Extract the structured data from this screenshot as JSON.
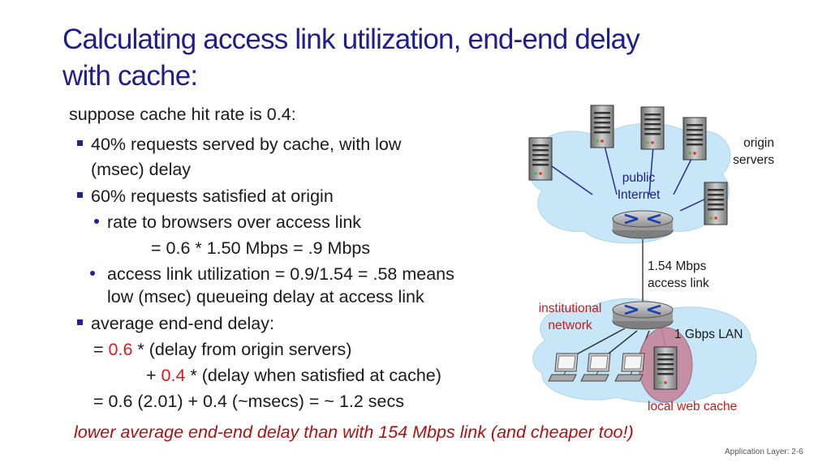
{
  "slide": {
    "title_line1": "Calculating access link utilization, end-end delay",
    "title_line2": "with cache:",
    "intro": "suppose cache hit rate is 0.4:",
    "b1_line1": "40% requests served by cache, with low",
    "b1_line2": "(msec) delay",
    "b2": "60% requests satisfied at origin",
    "sub1_line1": "rate to browsers over access link",
    "sub1_line2": "= 0.6 * 1.50 Mbps  =  .9 Mbps",
    "sub2_line1": "access link utilization = 0.9/1.54 = .58 means",
    "sub2_line2": "low (msec) queueing delay at access link",
    "b3": "average end-end delay:",
    "eq1_prefix": "= ",
    "eq1_coef": "0.6",
    "eq1_rest": " * (delay from origin servers)",
    "eq2_prefix": "+ ",
    "eq2_coef": "0.4",
    "eq2_rest": " * (delay when satisfied at cache)",
    "eq3": "= 0.6 (2.01) + 0.4 (~msecs) = ~ 1.2 secs",
    "conclusion": "lower average end-end delay than with 154 Mbps link (and cheaper too!)",
    "footer": "Application Layer: 2-6"
  },
  "diagram": {
    "origin_servers_line1": "origin",
    "origin_servers_line2": "servers",
    "public_internet_line1": "public",
    "public_internet_line2": "Internet",
    "access_link_line1": "1.54 Mbps",
    "access_link_line2": "access link",
    "institutional_line1": "institutional",
    "institutional_line2": "network",
    "lan": "1 Gbps LAN",
    "local_cache": "local web cache",
    "colors": {
      "cloud": "#c7e6f8",
      "text_blue": "#1e1e8c",
      "highlight_red": "#c81a1a",
      "cache_highlight": "#c4869a"
    }
  }
}
